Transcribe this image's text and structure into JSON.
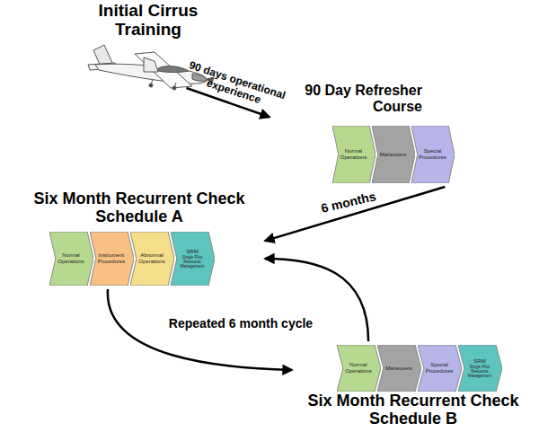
{
  "diagram": {
    "nodes": [
      {
        "text": [
          "Initial Cirrus Training"
        ]
      },
      {
        "text": [
          "90 Day Refresher Course"
        ]
      },
      {
        "text": [
          "Normal Operations"
        ],
        "in": 1
      },
      {
        "text": [
          "Maneuvers"
        ],
        "in": 1
      },
      {
        "text": [
          "Special Procedures"
        ],
        "in": 1
      },
      {
        "text": [
          "Six Month Recurrent Check Schedule A"
        ]
      },
      {
        "text": [
          "Normal Operations"
        ],
        "in": 5
      },
      {
        "text": [
          "Instrument Procedures"
        ],
        "in": 5
      },
      {
        "text": [
          "Abnormal Operations"
        ],
        "in": 5
      },
      {
        "text": [
          "SRM",
          "Single Pilot Resource Management"
        ],
        "in": 5
      },
      {
        "text": [
          "Six Month Recurrent Check Schedule B"
        ]
      },
      {
        "text": [
          "Normal Operations"
        ],
        "in": 10
      },
      {
        "text": [
          "Maneuvers"
        ],
        "in": 10
      },
      {
        "text": [
          "Special Procedures"
        ],
        "in": 10
      },
      {
        "text": [
          "SRM",
          "Single Pilot Resource Management"
        ],
        "in": 10
      }
    ],
    "edges": [
      {
        "from": 0,
        "to": 1,
        "label": "90 days operational experience",
        "arrow": "to"
      },
      {
        "from": 1,
        "to": 5,
        "label": "6 months",
        "arrow": "to"
      },
      {
        "from": 5,
        "to": 10,
        "label": "Repeated 6 month cycle",
        "arrow": "to"
      },
      {
        "from": 10,
        "to": 5,
        "arrow": "to"
      }
    ]
  }
}
